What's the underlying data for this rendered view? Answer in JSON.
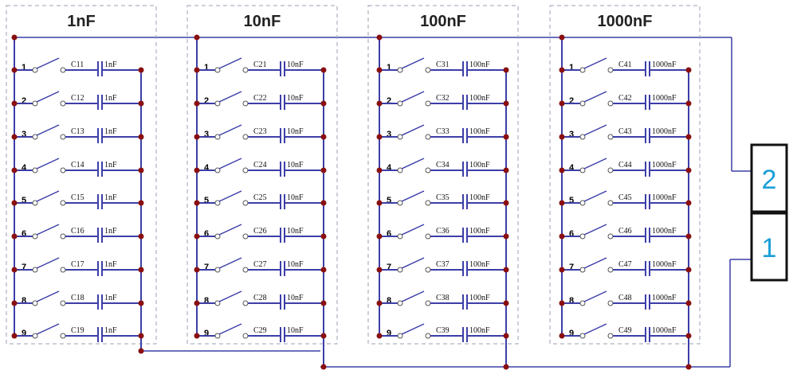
{
  "banks": [
    {
      "title": "1nF",
      "switches": [
        "1",
        "2",
        "3",
        "4",
        "5",
        "6",
        "7",
        "8",
        "9"
      ],
      "capacitors": [
        {
          "label": "C11",
          "value": "1nF"
        },
        {
          "label": "C12",
          "value": "1nF"
        },
        {
          "label": "C13",
          "value": "1nF"
        },
        {
          "label": "C14",
          "value": "1nF"
        },
        {
          "label": "C15",
          "value": "1nF"
        },
        {
          "label": "C16",
          "value": "1nF"
        },
        {
          "label": "C17",
          "value": "1nF"
        },
        {
          "label": "C18",
          "value": "1nF"
        },
        {
          "label": "C19",
          "value": "1nF"
        }
      ]
    },
    {
      "title": "10nF",
      "switches": [
        "1",
        "2",
        "3",
        "4",
        "5",
        "6",
        "7",
        "8",
        "9"
      ],
      "capacitors": [
        {
          "label": "C21",
          "value": "10nF"
        },
        {
          "label": "C22",
          "value": "10nF"
        },
        {
          "label": "C23",
          "value": "10nF"
        },
        {
          "label": "C24",
          "value": "10nF"
        },
        {
          "label": "C25",
          "value": "10nF"
        },
        {
          "label": "C26",
          "value": "10nF"
        },
        {
          "label": "C27",
          "value": "10nF"
        },
        {
          "label": "C28",
          "value": "10nF"
        },
        {
          "label": "C29",
          "value": "10nF"
        }
      ]
    },
    {
      "title": "100nF",
      "switches": [
        "1",
        "2",
        "3",
        "4",
        "5",
        "6",
        "7",
        "8",
        "9"
      ],
      "capacitors": [
        {
          "label": "C31",
          "value": "100nF"
        },
        {
          "label": "C32",
          "value": "100nF"
        },
        {
          "label": "C33",
          "value": "100nF"
        },
        {
          "label": "C34",
          "value": "100nF"
        },
        {
          "label": "C35",
          "value": "100nF"
        },
        {
          "label": "C36",
          "value": "100nF"
        },
        {
          "label": "C37",
          "value": "100nF"
        },
        {
          "label": "C38",
          "value": "100nF"
        },
        {
          "label": "C39",
          "value": "100nF"
        }
      ]
    },
    {
      "title": "1000nF",
      "switches": [
        "1",
        "2",
        "3",
        "4",
        "5",
        "6",
        "7",
        "8",
        "9"
      ],
      "capacitors": [
        {
          "label": "C41",
          "value": "1000nF"
        },
        {
          "label": "C42",
          "value": "1000nF"
        },
        {
          "label": "C43",
          "value": "1000nF"
        },
        {
          "label": "C44",
          "value": "1000nF"
        },
        {
          "label": "C45",
          "value": "1000nF"
        },
        {
          "label": "C46",
          "value": "1000nF"
        },
        {
          "label": "C47",
          "value": "1000nF"
        },
        {
          "label": "C48",
          "value": "1000nF"
        },
        {
          "label": "C49",
          "value": "1000nF"
        }
      ]
    }
  ],
  "terminals": [
    {
      "label": "2"
    },
    {
      "label": "1"
    }
  ],
  "colors": {
    "wire": "#3c3ea8",
    "node": "#8a1010",
    "terminal_label": "#1b9fd8"
  }
}
